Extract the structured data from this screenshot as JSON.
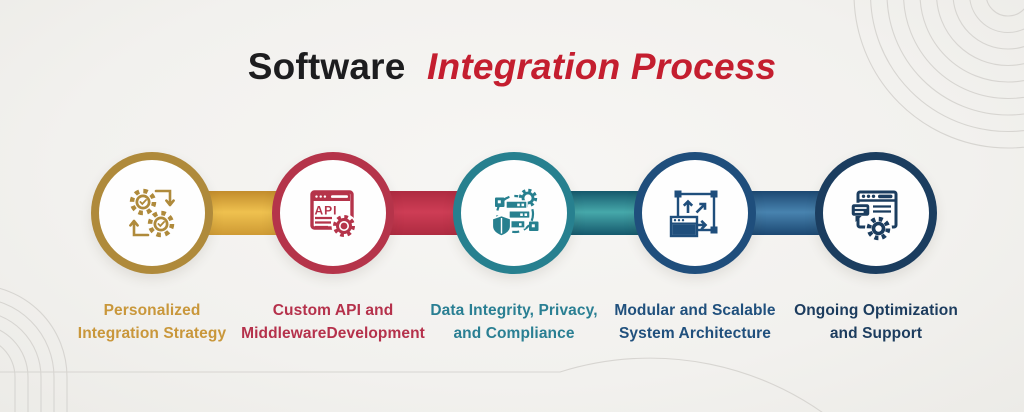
{
  "title": {
    "normal": "Software",
    "highlight": "Integration Process",
    "normal_color": "#1D1D1F",
    "highlight_color": "#C41E2F"
  },
  "decorations": {
    "top_right": "concentric-circles-ornament",
    "bottom_left": "rounded-arc-lines-ornament",
    "line_color": "#D7D5D1"
  },
  "steps": [
    {
      "name": "personalized-integration-strategy",
      "line1": "Personalized",
      "line2": "Integration Strategy",
      "icon": "sync-gears-check-icon",
      "ring_color": "#AF8A3B",
      "text_color": "#C9973B"
    },
    {
      "name": "custom-api-and-middleware-development",
      "line1": "Custom API and",
      "line2": "MiddlewareDevelopment",
      "icon": "api-browser-gear-icon",
      "icon_text": "API",
      "ring_color": "#B5344A",
      "text_color": "#B5314B"
    },
    {
      "name": "data-integrity-privacy-compliance",
      "line1": "Data Integrity, Privacy,",
      "line2": "and Compliance",
      "icon": "database-shield-gear-icon",
      "ring_color": "#27808F",
      "text_color": "#2A7F93"
    },
    {
      "name": "modular-scalable-system-architecture",
      "line1": "Modular and Scalable",
      "line2": "System Architecture",
      "icon": "scalable-frame-arrows-icon",
      "ring_color": "#1F4E7C",
      "text_color": "#20507D"
    },
    {
      "name": "ongoing-optimization-support",
      "line1": "Ongoing Optimization",
      "line2": "and Support",
      "icon": "browser-chat-gear-icon",
      "ring_color": "#1B3D5F",
      "text_color": "#1C3C5E"
    }
  ],
  "connectors": [
    {
      "g1": "#C28C2C",
      "g2": "#EFC14F",
      "g3": "#CE9A34"
    },
    {
      "g1": "#AE2B41",
      "g2": "#CE3D55",
      "g3": "#AE2B41"
    },
    {
      "g1": "#15586C",
      "g2": "#46A8AA",
      "g3": "#15586C"
    },
    {
      "g1": "#1C4872",
      "g2": "#4883AF",
      "g3": "#1C4872"
    }
  ]
}
